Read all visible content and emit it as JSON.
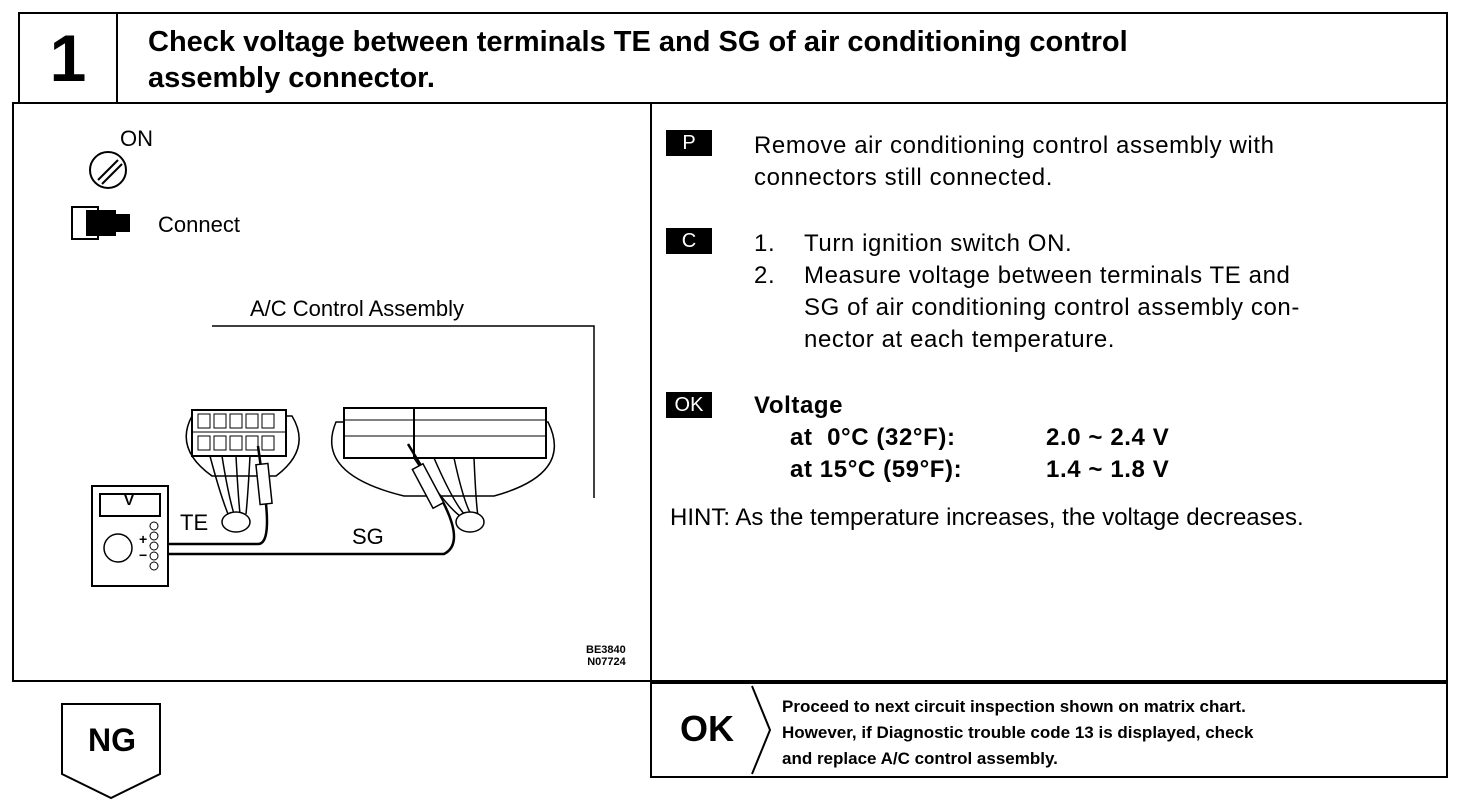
{
  "header": {
    "step": "1",
    "title_line1": "Check voltage between terminals TE and SG of air conditioning control",
    "title_line2": "assembly connector."
  },
  "diagram": {
    "on_label": "ON",
    "connect_label": "Connect",
    "assembly_label": "A/C Control Assembly",
    "meter_label": "V",
    "te_label": "TE",
    "sg_label": "SG",
    "code1": "BE3840",
    "code2": "N07724"
  },
  "procedure": {
    "p_tag": "P",
    "p_line1": "Remove air conditioning control assembly with",
    "p_line2": "connectors still connected.",
    "c_tag": "C",
    "c_step1_num": "1.",
    "c_step1": "Turn ignition switch ON.",
    "c_step2_num": "2.",
    "c_step2_line1": "Measure voltage between terminals TE and",
    "c_step2_line2": "SG of air conditioning control assembly con-",
    "c_step2_line3": "nector at each temperature.",
    "ok_tag": "OK",
    "voltage_heading": "Voltage",
    "row1_temp": "at  0°C (32°F):",
    "row1_value": "2.0 ~ 2.4 V",
    "row2_temp": "at 15°C (59°F):",
    "row2_value": "1.4 ~ 1.8 V",
    "hint": "HINT: As the temperature increases, the voltage decreases."
  },
  "result": {
    "ng_label": "NG",
    "ok_label": "OK",
    "ok_line1": "Proceed to next circuit inspection shown on matrix chart.",
    "ok_line2": "However, if Diagnostic trouble code 13 is displayed, check",
    "ok_line3": "and replace A/C control assembly."
  }
}
